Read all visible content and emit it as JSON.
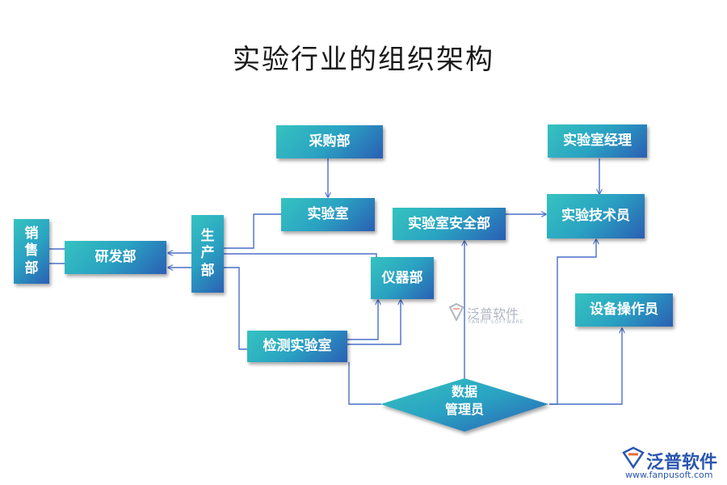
{
  "title": "实验行业的组织架构",
  "nodes": {
    "procurement": "采购部",
    "lab_manager": "实验室经理",
    "lab": "实验室",
    "lab_safety": "实验室安全部",
    "lab_technician": "实验技术员",
    "sales": [
      "销",
      "售",
      "部"
    ],
    "rnd": "研发部",
    "production": [
      "生",
      "产",
      "部"
    ],
    "instrument": "仪器部",
    "equipment_operator": "设备操作员",
    "testing_lab": "检测实验室",
    "data_manager": [
      "数据",
      "管理员"
    ]
  },
  "watermark": {
    "name": "泛普软件",
    "sub": "FANPU SOFTWARE"
  },
  "logo": {
    "name": "泛普软件",
    "url": "www.fanpusoft.com"
  },
  "colors": {
    "node_gradient_start": "#35c3c0",
    "node_gradient_end": "#2a5fb4",
    "connector": "#4a6fc9"
  }
}
